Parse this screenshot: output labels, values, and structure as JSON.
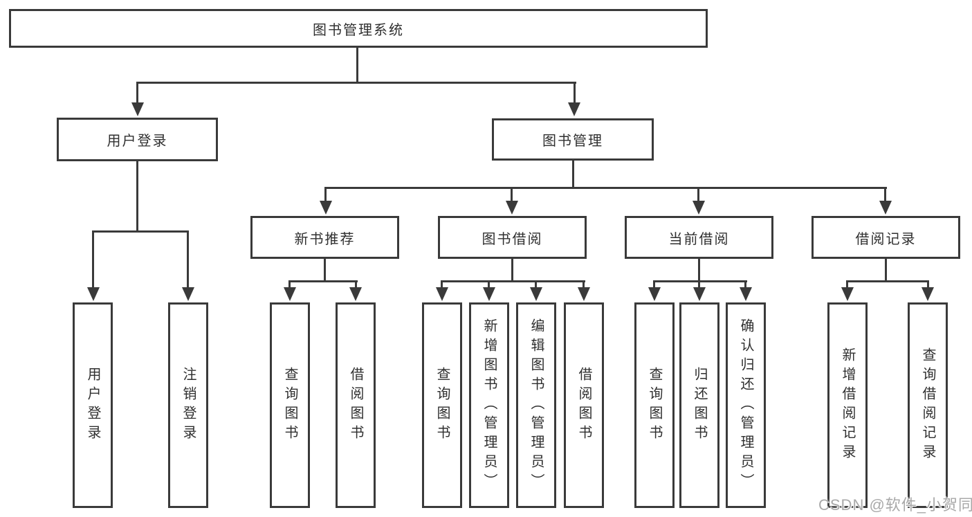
{
  "colors": {
    "line": "#3a3a3a",
    "text": "#2f2f2f",
    "background": "#ffffff",
    "watermark": "#a9a9a9"
  },
  "tree": {
    "root": {
      "label": "图书管理系统"
    },
    "branches": [
      {
        "label": "用户登录",
        "children": [
          {
            "label": "用户登录"
          },
          {
            "label": "注销登录"
          }
        ]
      },
      {
        "label": "图书管理",
        "children": [
          {
            "label": "新书推荐",
            "children": [
              {
                "label": "查询图书"
              },
              {
                "label": "借阅图书"
              }
            ]
          },
          {
            "label": "图书借阅",
            "children": [
              {
                "label": "查询图书"
              },
              {
                "label": "新增图书（管理员）"
              },
              {
                "label": "编辑图书（管理员）"
              },
              {
                "label": "借阅图书"
              }
            ]
          },
          {
            "label": "当前借阅",
            "children": [
              {
                "label": "查询图书"
              },
              {
                "label": "归还图书"
              },
              {
                "label": "确认归还（管理员）"
              }
            ]
          },
          {
            "label": "借阅记录",
            "children": [
              {
                "label": "新增借阅记录"
              },
              {
                "label": "查询借阅记录"
              }
            ]
          }
        ]
      }
    ]
  },
  "watermark": {
    "text": "CSDN @软件_小贺同学"
  }
}
